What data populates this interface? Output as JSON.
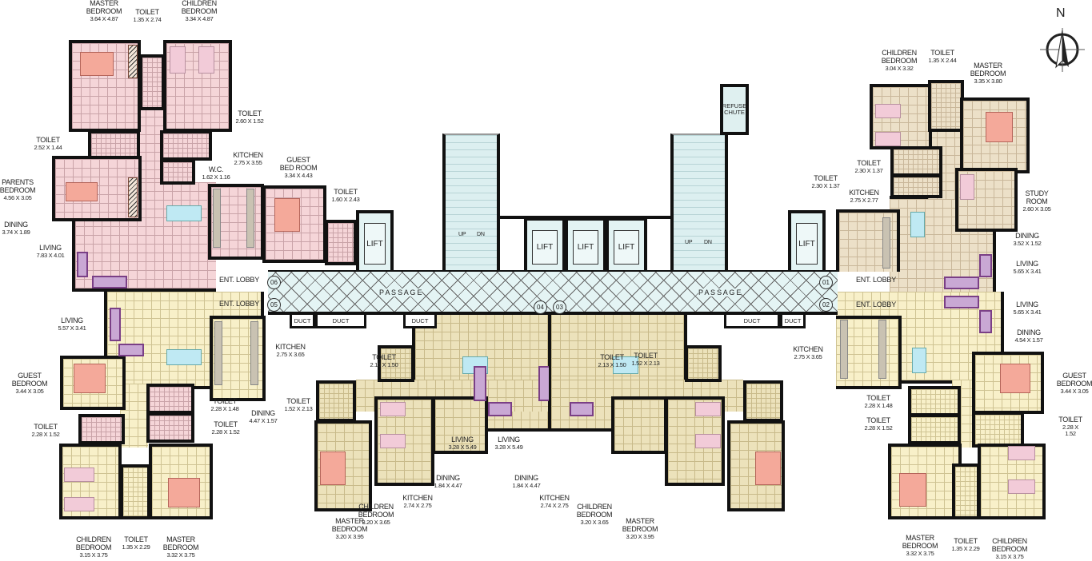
{
  "compass": {
    "label": "N"
  },
  "rooms": [
    {
      "name": "MASTER\nBEDROOM",
      "dim": "3.64 X 4.87"
    },
    {
      "name": "TOILET",
      "dim": "1.35 X 2.74"
    },
    {
      "name": "CHILDREN\nBEDROOM",
      "dim": "3.34 X 4.87"
    },
    {
      "name": "TOILET",
      "dim": "2.60 X 1.52"
    },
    {
      "name": "TOILET",
      "dim": "2.52 X 1.44"
    },
    {
      "name": "W.C.",
      "dim": "1.62 X 1.16"
    },
    {
      "name": "KITCHEN",
      "dim": "2.75 X 3.55"
    },
    {
      "name": "GUEST\nBED ROOM",
      "dim": "3.34 X 4.43"
    },
    {
      "name": "TOILET",
      "dim": "1.60 X 2.43"
    },
    {
      "name": "PARENTS\nBEDROOM",
      "dim": "4.56 X 3.05"
    },
    {
      "name": "DINING",
      "dim": "3.74 X 1.89"
    },
    {
      "name": "LIVING",
      "dim": "7.83 X 4.01"
    },
    {
      "name": "LIVING",
      "dim": "5.57 X 3.41"
    },
    {
      "name": "GUEST\nBEDROOM",
      "dim": "3.44 X 3.05"
    },
    {
      "name": "TOILET",
      "dim": "2.28 X 1.52"
    },
    {
      "name": "KITCHEN",
      "dim": "2.75 X 3.65"
    },
    {
      "name": "TOILET",
      "dim": "2.28 X 1.48"
    },
    {
      "name": "TOILET",
      "dim": "2.28 X 1.52"
    },
    {
      "name": "DINING",
      "dim": "4.47 X 1.57"
    },
    {
      "name": "CHILDREN\nBEDROOM",
      "dim": "3.15 X 3.75"
    },
    {
      "name": "TOILET",
      "dim": "1.35 X 2.29"
    },
    {
      "name": "MASTER\nBEDROOM",
      "dim": "3.32 X 3.75"
    },
    {
      "name": "TOILET",
      "dim": "2.13 X 1.50"
    },
    {
      "name": "TOILET",
      "dim": "1.52 X 2.13"
    },
    {
      "name": "MASTER\nBEDROOM",
      "dim": "3.20 X 3.95"
    },
    {
      "name": "CHILDREN\nBEDROOM",
      "dim": "3.20 X 3.65"
    },
    {
      "name": "KITCHEN",
      "dim": "2.74 X 2.75"
    },
    {
      "name": "DINING",
      "dim": "1.84 X 4.47"
    },
    {
      "name": "LIVING",
      "dim": "3.28 X 5.49"
    },
    {
      "name": "LIVING",
      "dim": "3.28 X 5.49"
    },
    {
      "name": "DINING",
      "dim": "1.84 X 4.47"
    },
    {
      "name": "KITCHEN",
      "dim": "2.74 X 2.75"
    },
    {
      "name": "CHILDREN\nBEDROOM",
      "dim": "3.20 X 3.65"
    },
    {
      "name": "MASTER\nBEDROOM",
      "dim": "3.20 X 3.95"
    },
    {
      "name": "TOILET",
      "dim": "2.13 X 1.50"
    },
    {
      "name": "TOILET",
      "dim": "1.52 X 2.13"
    },
    {
      "name": "CHILDREN\nBEDROOM",
      "dim": "3.04 X 3.32"
    },
    {
      "name": "TOILET",
      "dim": "1.35 X 2.44"
    },
    {
      "name": "MASTER\nBEDROOM",
      "dim": "3.35 X 3.80"
    },
    {
      "name": "TOILET",
      "dim": "2.30 X 1.37"
    },
    {
      "name": "TOILET",
      "dim": "2.30 X 1.37"
    },
    {
      "name": "KITCHEN",
      "dim": "2.75 X 2.77"
    },
    {
      "name": "STUDY\nROOM",
      "dim": "2.60 X 3.05"
    },
    {
      "name": "DINING",
      "dim": "3.52 X 1.52"
    },
    {
      "name": "LIVING",
      "dim": "5.65 X 3.41"
    },
    {
      "name": "LIVING",
      "dim": "5.65 X 3.41"
    },
    {
      "name": "DINING",
      "dim": "4.54 X 1.57"
    },
    {
      "name": "KITCHEN",
      "dim": "2.75 X 3.65"
    },
    {
      "name": "GUEST\nBEDROOM",
      "dim": "3.44 X 3.05"
    },
    {
      "name": "TOILET",
      "dim": "2.28 X 1.48"
    },
    {
      "name": "TOILET",
      "dim": "2.28 X 1.52"
    },
    {
      "name": "TOILET",
      "dim": "2.28 X 1.52"
    },
    {
      "name": "MASTER\nBEDROOM",
      "dim": "3.32 X 3.75"
    },
    {
      "name": "TOILET",
      "dim": "1.35 X 2.29"
    },
    {
      "name": "CHILDREN\nBEDROOM",
      "dim": "3.15 X 3.75"
    }
  ],
  "core": {
    "lift": "LIFT",
    "up": "UP",
    "dn": "DN",
    "refuse_chute": "REFUSE\nCHUTE",
    "passage": "P A S S A G E",
    "ent_lobby": "ENT. LOBBY",
    "duct": "DUCT"
  },
  "units": [
    "01",
    "02",
    "03",
    "04",
    "05",
    "06"
  ],
  "colors": {
    "wall": "#111111",
    "unit_06": "#f5d5d8",
    "unit_05_02": "#f8f0c9",
    "unit_04_03": "#ece2bb",
    "unit_01": "#ece0c8",
    "passage": "#e4f4f4"
  }
}
